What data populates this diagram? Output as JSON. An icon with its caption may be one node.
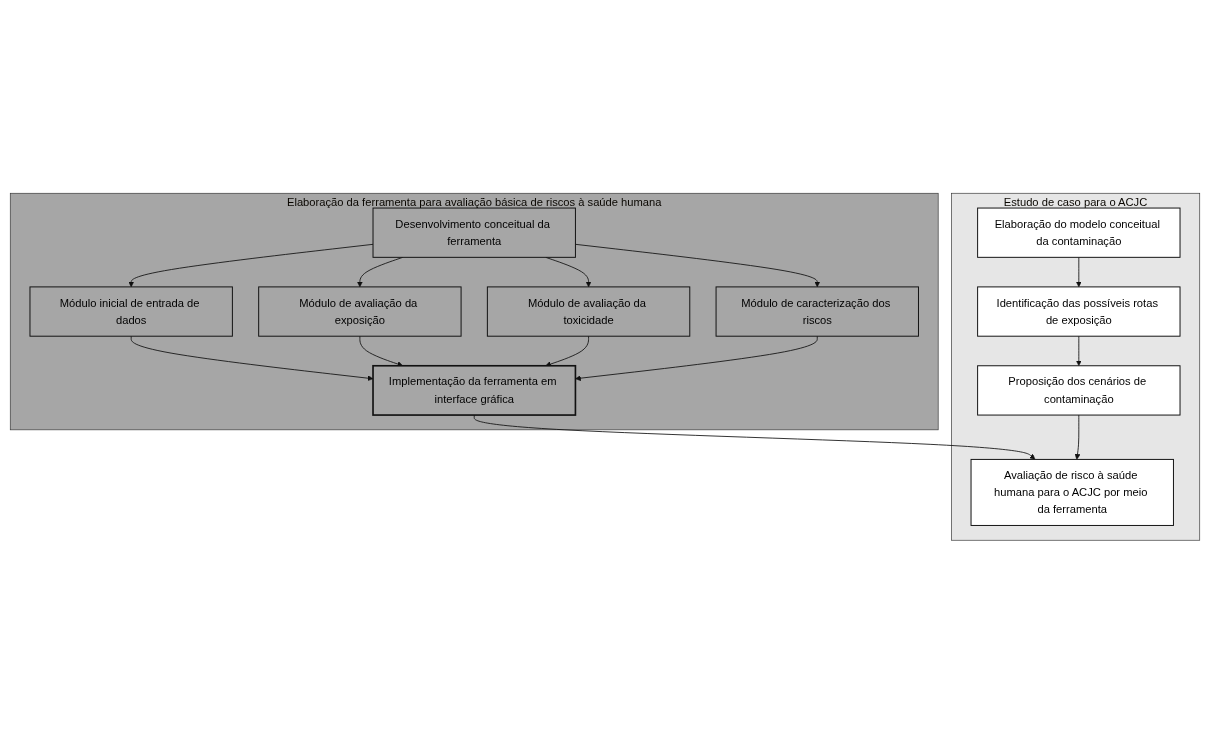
{
  "diagram": {
    "nodes": [
      {
        "text": [
          "Elaboração da ferramenta para avaliação básica de riscos à saúde humana"
        ]
      },
      {
        "text": [
          "Desenvolvimento conceitual da ferramenta"
        ],
        "in": 0
      },
      {
        "text": [
          "Módulo inicial de entrada de dados"
        ],
        "in": 0
      },
      {
        "text": [
          "Módulo de avaliação da exposição"
        ],
        "in": 0
      },
      {
        "text": [
          "Módulo de avaliação da toxicidade"
        ],
        "in": 0
      },
      {
        "text": [
          "Módulo de caracterização dos riscos"
        ],
        "in": 0
      },
      {
        "text": [
          "Implementação da ferramenta em interface gráfica"
        ],
        "in": 0
      },
      {
        "text": [
          "Estudo de caso para o ACJC"
        ]
      },
      {
        "text": [
          "Elaboração do modelo conceitual da contaminação"
        ],
        "in": 7
      },
      {
        "text": [
          "Identificação das possíveis rotas de exposição"
        ],
        "in": 7
      },
      {
        "text": [
          "Proposição dos cenários de contaminação"
        ],
        "in": 7
      },
      {
        "text": [
          "Avaliação de risco à saúde humana para o ACJC por meio da ferramenta"
        ],
        "in": 7
      }
    ],
    "edges": [
      {
        "from": 1,
        "to": 2,
        "arrow": "to"
      },
      {
        "from": 1,
        "to": 3,
        "arrow": "to"
      },
      {
        "from": 1,
        "to": 4,
        "arrow": "to"
      },
      {
        "from": 1,
        "to": 5,
        "arrow": "to"
      },
      {
        "from": 2,
        "to": 6,
        "arrow": "to"
      },
      {
        "from": 3,
        "to": 6,
        "arrow": "to"
      },
      {
        "from": 4,
        "to": 6,
        "arrow": "to"
      },
      {
        "from": 5,
        "to": 6,
        "arrow": "to"
      },
      {
        "from": 6,
        "to": 11,
        "arrow": "to"
      },
      {
        "from": 8,
        "to": 9,
        "arrow": "to"
      },
      {
        "from": 9,
        "to": 10,
        "arrow": "to"
      },
      {
        "from": 10,
        "to": 11,
        "arrow": "to"
      }
    ]
  }
}
